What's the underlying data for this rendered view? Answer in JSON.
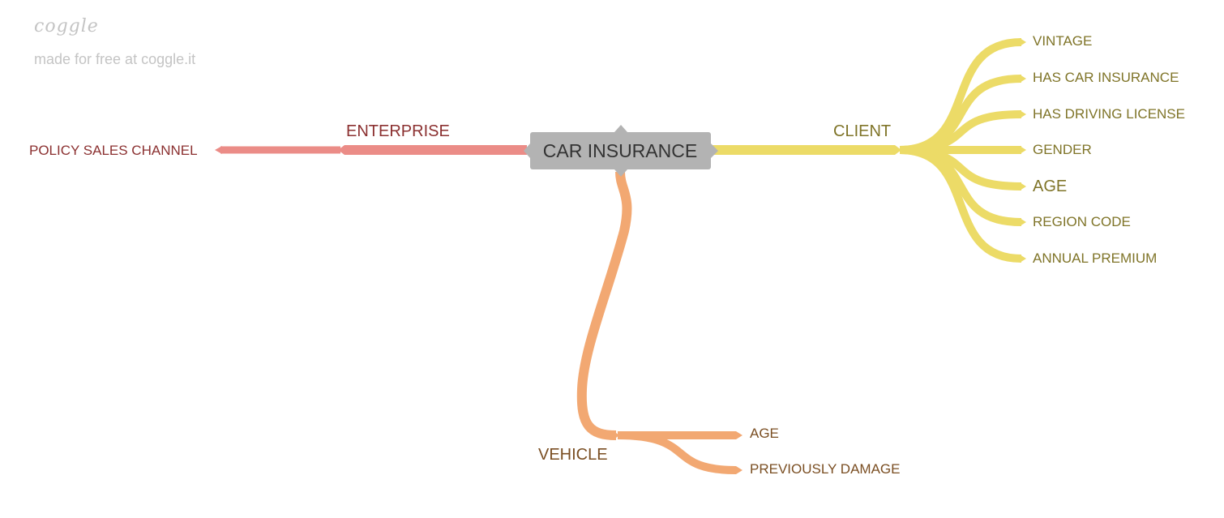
{
  "watermark": {
    "logo": "coggle",
    "text": "made for free at coggle.it"
  },
  "colors": {
    "root_box": "#b3b3b3",
    "enterprise_branch": "#eb8c87",
    "client_branch": "#ecdb67",
    "vehicle_branch": "#f2a872",
    "enterprise_text": "#8b3030",
    "client_text": "#7f7428",
    "vehicle_text": "#7a4e22"
  },
  "mindmap": {
    "root": "CAR INSURANCE",
    "enterprise": {
      "label": "ENTERPRISE",
      "children": [
        "POLICY SALES CHANNEL"
      ]
    },
    "client": {
      "label": "CLIENT",
      "children": [
        "VINTAGE",
        "HAS CAR INSURANCE",
        "HAS DRIVING LICENSE",
        "GENDER",
        "AGE",
        "REGION CODE",
        "ANNUAL PREMIUM"
      ]
    },
    "vehicle": {
      "label": "VEHICLE",
      "children": [
        "AGE",
        "PREVIOUSLY DAMAGE"
      ]
    }
  }
}
